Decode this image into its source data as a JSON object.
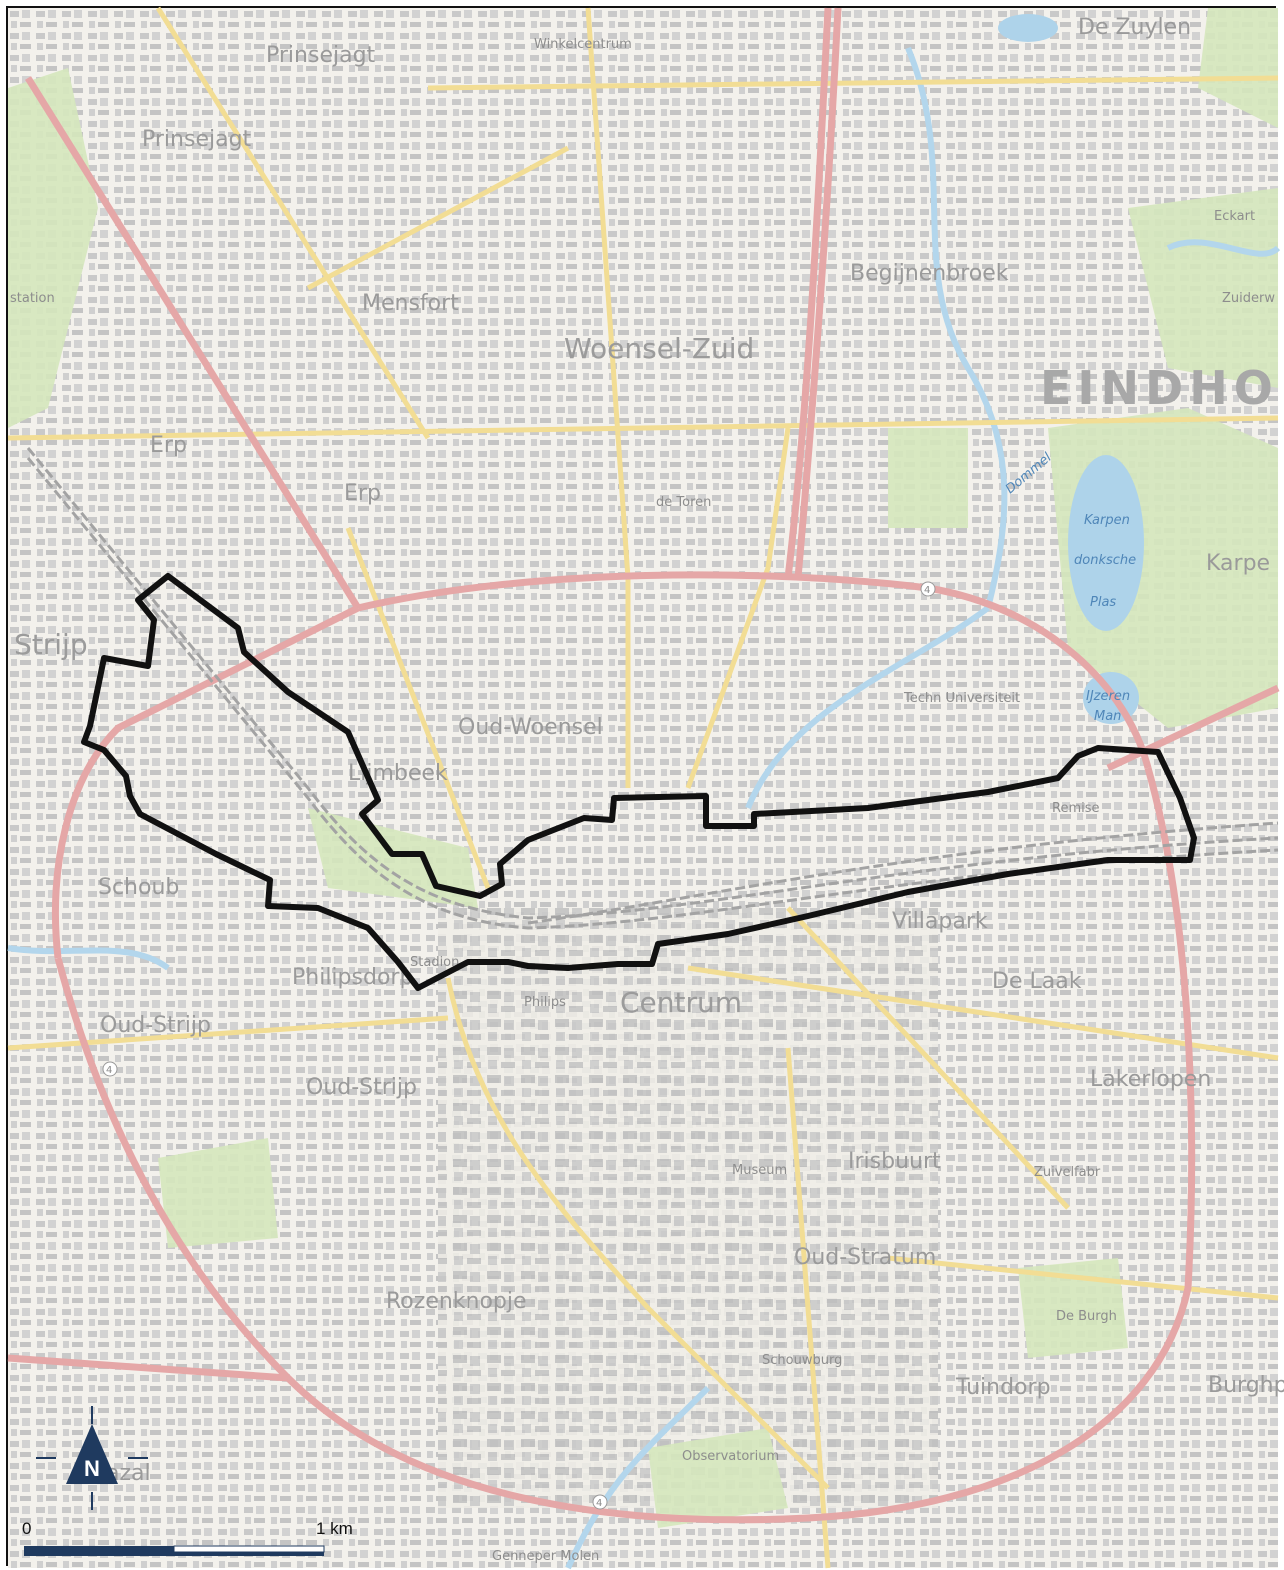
{
  "map": {
    "city_label": "EINDHO",
    "districts": {
      "centrum": "Centrum",
      "woensel_zuid": "Woensel-Zuid",
      "strijp": "Strijp",
      "oud_woensel": "Oud-Woensel",
      "oud_strijp": "Oud-Strijp",
      "oud_stratum": "Oud-Stratum",
      "rozenknopje": "Rozenknopje",
      "begijnenbroek": "Begijnenbroek",
      "mensfort": "Mensfort",
      "prinsejagt": "Prinsejagt",
      "prinsejagt_top": "Prinsejagt",
      "erp1": "Erp",
      "erp2": "Erp",
      "philipsdorp": "Philipsdorp",
      "oud_strijp_2": "Oud-Strijp",
      "de_burgh": "De Burgh",
      "tuindorp": "Tuindorp",
      "burghplan": "Burghp",
      "lakerlopen": "Lakerlopen",
      "de_laak": "De Laak",
      "villapark": "Villapark",
      "schouwbroek": "Schoub",
      "lijmbeek": "Lijmbeek",
      "irisbuurt": "Irisbuurt",
      "karpen": "Karpe",
      "de_zuylen": "De Zuylen",
      "eckart": "Eckart",
      "zuiderw": "Zuiderw",
      "staation": "station",
      "genneper": "Genneper Molen",
      "kazal": "azal"
    },
    "pois": {
      "winkelcentrum": "Winkelcentrum",
      "de_toren": "de Toren",
      "techn_universiteit": "Techn Universiteit",
      "remise": "Remise",
      "stadion": "Stadion",
      "philips": "Philips",
      "museum": "Museum",
      "zuivelfabr": "Zuivelfabr",
      "schouwburg": "Schouwburg",
      "observatorium": "Observatorium",
      "ijzeren_man": "IJzeren",
      "man": "Man",
      "karpendonksche": "Karpen",
      "donksche": "donksche",
      "plas": "Plas",
      "dommel": "Dommel",
      "route_4": "4"
    },
    "colors": {
      "boundary": "#111111",
      "main_road": "#e8a3a3",
      "secondary_road": "#f1dc8f",
      "water": "#a9cfe6",
      "green": "#cfe3b4",
      "building": "#bdbdbd",
      "railway": "#9a9a9a"
    }
  },
  "north_arrow": {
    "label": "N",
    "icon": "north-arrow-icon"
  },
  "scale_bar": {
    "start_label": "0",
    "end_label": "1 km"
  }
}
